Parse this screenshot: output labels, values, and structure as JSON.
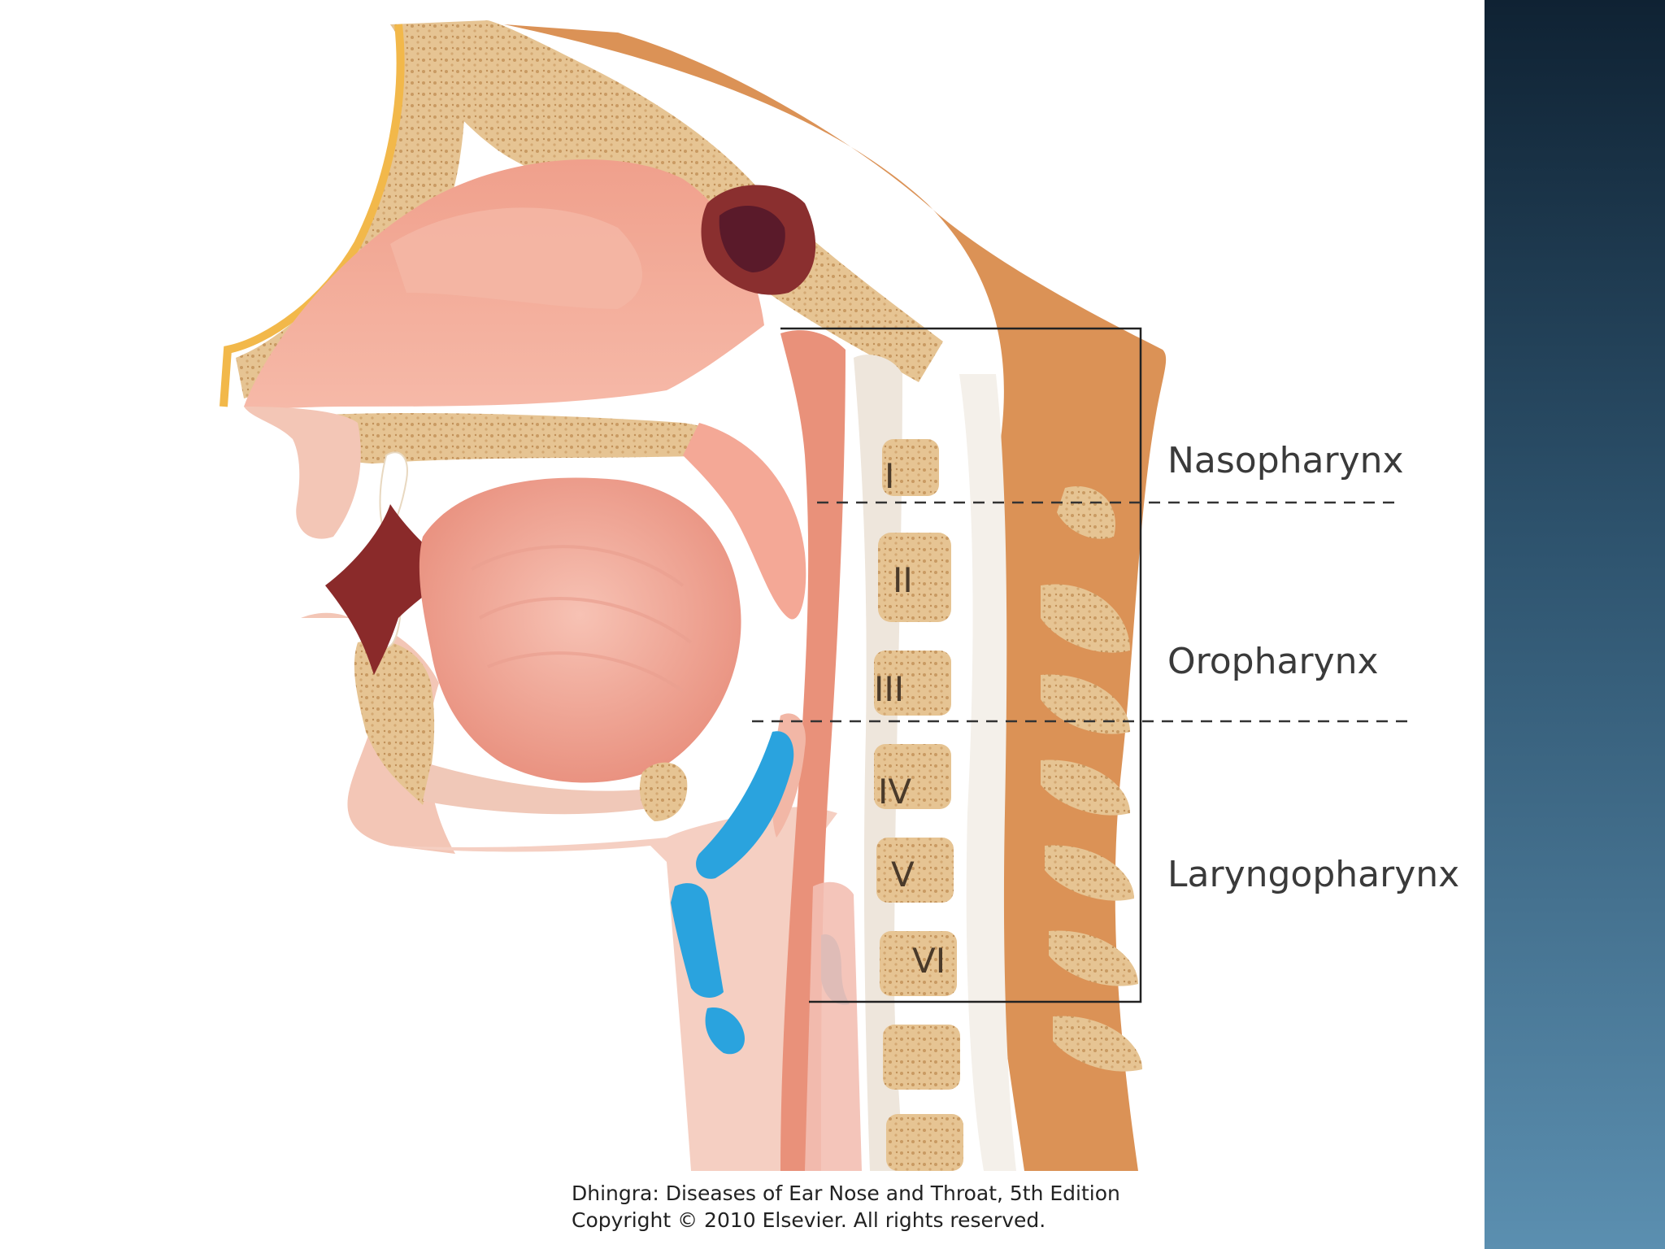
{
  "regions": {
    "nasopharynx": "Nasopharynx",
    "oropharynx": "Oropharynx",
    "laryngopharynx": "Laryngopharynx"
  },
  "vertebrae": [
    "I",
    "II",
    "III",
    "IV",
    "V",
    "VI"
  ],
  "caption": {
    "line1": "Dhingra: Diseases of Ear Nose and Throat, 5th Edition",
    "line2": "Copyright © 2010 Elsevier. All rights reserved."
  },
  "colors": {
    "bone": "#e3c08f",
    "mucosa": "#f2a48c",
    "cartilage": "#2aa3de",
    "skin": "#f3c6b6",
    "sidebar_top": "#0f2233",
    "sidebar_bottom": "#5b8fb0"
  }
}
